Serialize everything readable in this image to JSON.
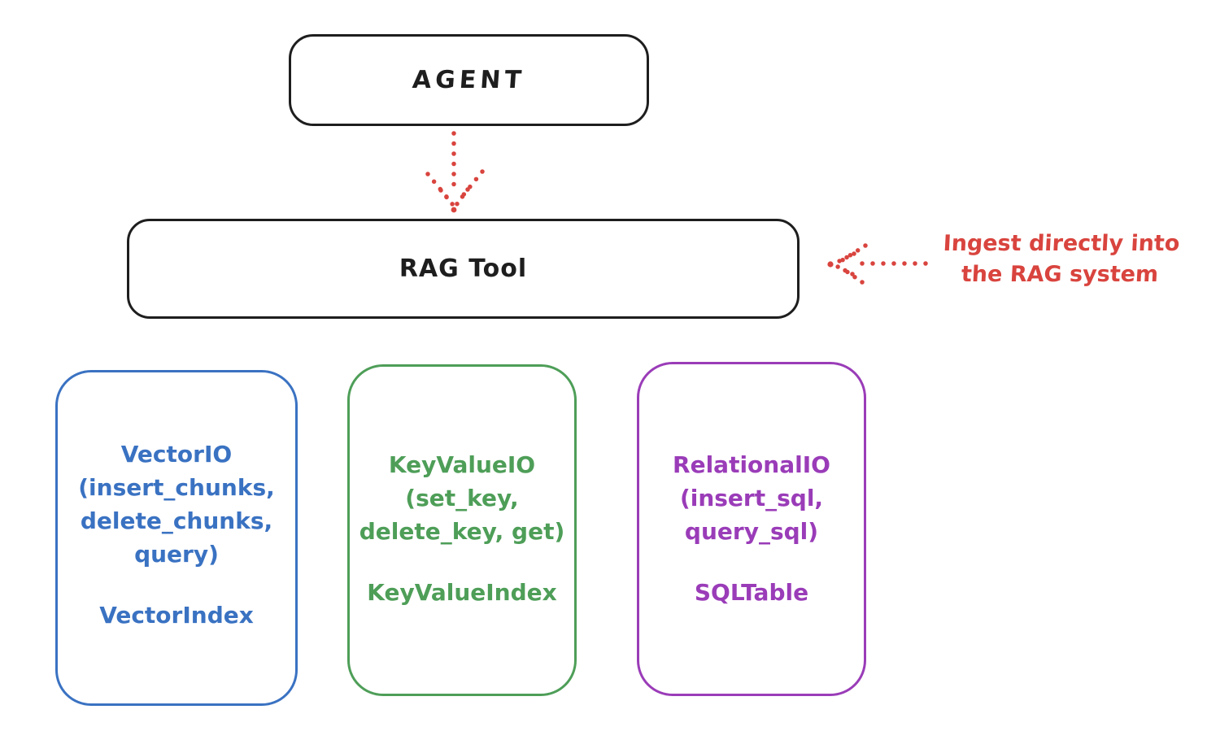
{
  "diagram": {
    "agent": {
      "label": "AGENT"
    },
    "rag_tool": {
      "label": "RAG Tool"
    },
    "annotation": {
      "line1": "Ingest directly into",
      "line2": "the RAG system"
    },
    "backends": [
      {
        "id": "vector-io",
        "color": "#3a72c2",
        "lines": [
          "VectorIO",
          "(insert_chunks,",
          "delete_chunks,",
          "query)"
        ],
        "index": "VectorIndex"
      },
      {
        "id": "keyvalue-io",
        "color": "#4e9e58",
        "lines": [
          "KeyValueIO",
          "(set_key,",
          "delete_key, get)"
        ],
        "index": "KeyValueIndex"
      },
      {
        "id": "relational-io",
        "color": "#9a3cb8",
        "lines": [
          "RelationalIO",
          "(insert_sql,",
          "query_sql)"
        ],
        "index": "SQLTable"
      }
    ],
    "arrows": [
      {
        "name": "dotted-arrow-down",
        "from": "AGENT",
        "to": "RAG Tool",
        "color": "#d9443e",
        "style": "dotted"
      },
      {
        "name": "dotted-arrow-left",
        "from": "Ingest directly into the RAG system",
        "to": "RAG Tool",
        "color": "#d9443e",
        "style": "dotted"
      }
    ],
    "colors": {
      "stroke_black": "#1e1e1e",
      "accent_red": "#d9443e",
      "accent_blue": "#3a72c2",
      "accent_green": "#4e9e58",
      "accent_purple": "#9a3cb8",
      "background": "#ffffff"
    }
  }
}
